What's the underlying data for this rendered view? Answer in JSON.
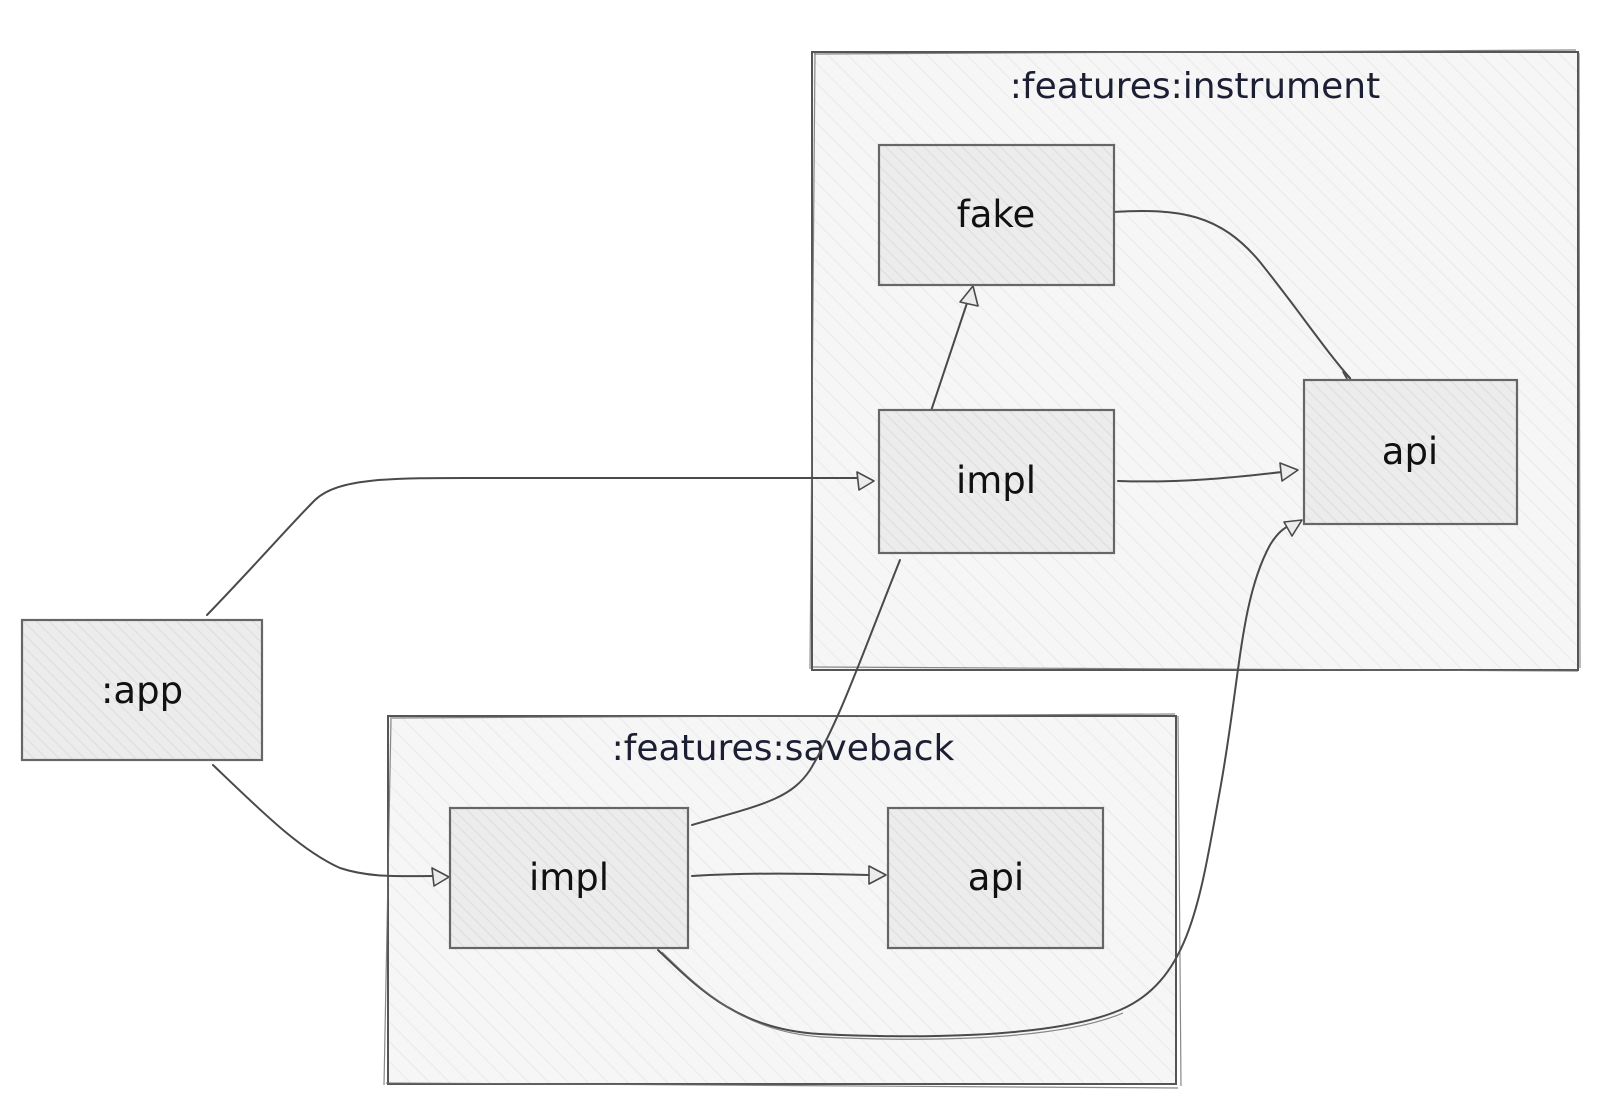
{
  "clusters": {
    "instrument": {
      "title": ":features:instrument"
    },
    "saveback": {
      "title": ":features:saveback"
    }
  },
  "nodes": {
    "app": {
      "label": ":app"
    },
    "instrument_fake": {
      "label": "fake"
    },
    "instrument_impl": {
      "label": "impl"
    },
    "instrument_api": {
      "label": "api"
    },
    "saveback_impl": {
      "label": "impl"
    },
    "saveback_api": {
      "label": "api"
    }
  },
  "edges": [
    {
      "from": ":app",
      "to": ":features:instrument impl"
    },
    {
      "from": ":app",
      "to": ":features:saveback impl"
    },
    {
      "from": ":features:instrument impl",
      "to": ":features:instrument fake"
    },
    {
      "from": ":features:instrument impl",
      "to": ":features:instrument api"
    },
    {
      "from": ":features:instrument fake",
      "to": ":features:instrument api"
    },
    {
      "from": ":features:saveback impl",
      "to": ":features:instrument impl"
    },
    {
      "from": ":features:saveback impl",
      "to": ":features:saveback api"
    },
    {
      "from": ":features:saveback impl",
      "to": ":features:instrument api"
    }
  ],
  "colors": {
    "stroke": "#4a4a4a",
    "node_fill": "#ececec",
    "cluster_fill": "#f6f6f6",
    "title_text": "#1c1f33"
  }
}
